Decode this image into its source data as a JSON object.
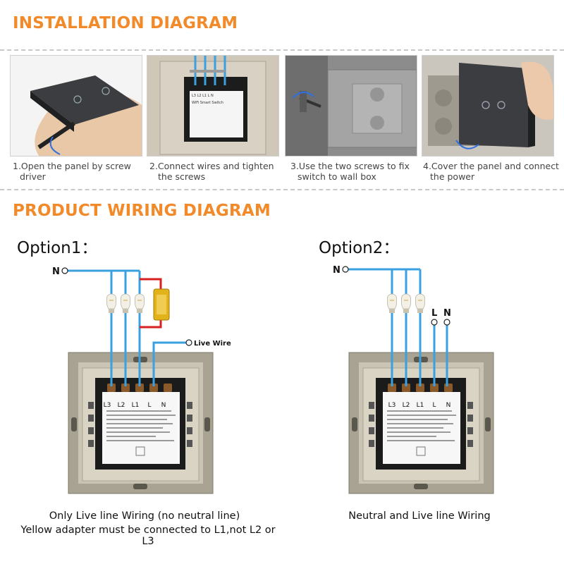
{
  "installation": {
    "title": "INSTALLATION DIAGRAM",
    "steps": [
      {
        "caption_line1": "1.Open the panel by screw",
        "caption_line2": "driver"
      },
      {
        "caption_line1": "2.Connect wires and tighten",
        "caption_line2": "the screws"
      },
      {
        "caption_line1": "3.Use the two screws to fix",
        "caption_line2": "switch to wall box"
      },
      {
        "caption_line1": "4.Cover the panel and connect",
        "caption_line2": "the power"
      }
    ]
  },
  "wiring": {
    "title": "PRODUCT WIRING DIAGRAM",
    "option1": {
      "label": "Option1：",
      "neutral_label": "N",
      "live_label": "Live Wire",
      "terminals": [
        "L3",
        "L2",
        "L1",
        "L",
        "N"
      ],
      "caption_line1": "Only Live line Wiring (no neutral line)",
      "caption_line2": "Yellow adapter must be connected to L1,not L2 or L3"
    },
    "option2": {
      "label": "Option2：",
      "neutral_label": "N",
      "live_in_label": "L",
      "neutral_in_label": "N",
      "terminals": [
        "L3",
        "L2",
        "L1",
        "L",
        "N"
      ],
      "caption": "Neutral and  Live line Wiring"
    },
    "colors": {
      "accent": "#f28a2a",
      "wire_blue": "#3aa0e0",
      "wire_red": "#d92020",
      "adapter_yellow": "#e2b21a"
    }
  }
}
